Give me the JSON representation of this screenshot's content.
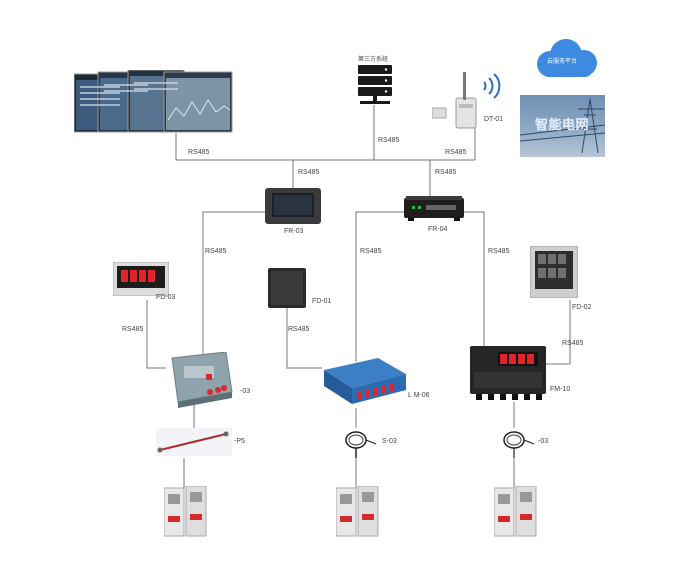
{
  "labels": {
    "third_party_system": "第三方系统",
    "cloud_platform": "云服务平台",
    "smart_grid": "智能电网",
    "dt01": "DT-01",
    "fr03": "FR-03",
    "fr04": "FR-04",
    "fd03": "FD-03",
    "fd01": "FD-01",
    "fd02": "FD-02",
    "fm10": "FM-10",
    "left_dev": "-03",
    "mid_dev": "L  M-06",
    "left_sensor": "-P5",
    "mid_sensor": "S-03",
    "right_sensor": "-03"
  },
  "link_label": "RS485",
  "colors": {
    "line": "#777777",
    "device_dark": "#2b2b2b",
    "led_red": "#e0242a",
    "cloud_blue": "#2f7fd6",
    "cabinet": "#e6e6e6"
  }
}
